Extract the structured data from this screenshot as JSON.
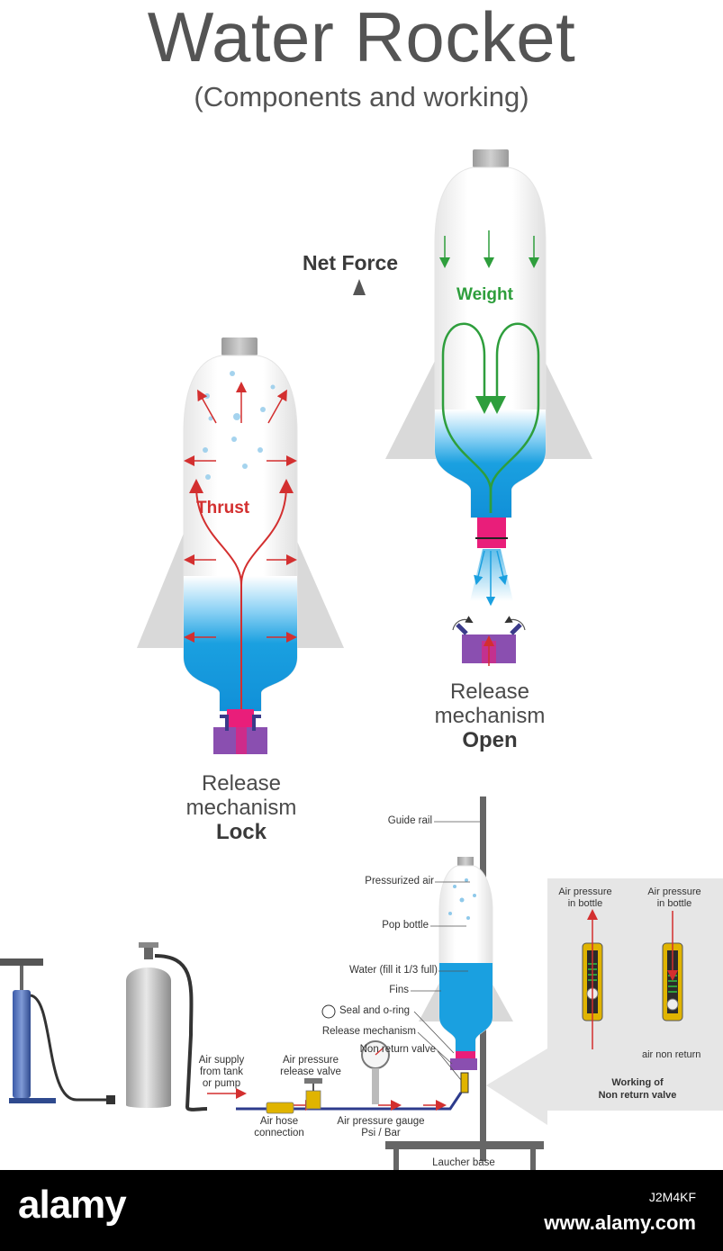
{
  "header": {
    "title": "Water Rocket",
    "subtitle": "(Components and working)"
  },
  "left_rocket": {
    "force_label": "Thrust",
    "caption_line1": "Release",
    "caption_line2": "mechanism",
    "caption_state": "Lock"
  },
  "right_rocket": {
    "net_force_label": "Net Force",
    "force_label": "Weight",
    "caption_line1": "Release",
    "caption_line2": "mechanism",
    "caption_state": "Open"
  },
  "launcher": {
    "labels": {
      "guide_rail": "Guide rail",
      "pressurized_air": "Pressurized air",
      "pop_bottle": "Pop bottle",
      "water": "Water (fill it 1/3 full)",
      "fins": "Fins",
      "seal": "Seal and o-ring",
      "release_mechanism": "Release mechanism",
      "non_return_valve": "Non return valve",
      "air_supply_1": "Air supply",
      "air_supply_2": "from tank",
      "air_supply_3": "or pump",
      "release_valve_1": "Air pressure",
      "release_valve_2": "release valve",
      "hose_1": "Air hose",
      "hose_2": "connection",
      "gauge_1": "Air pressure gauge",
      "gauge_2": "Psi / Bar",
      "base": "Laucher base"
    }
  },
  "valve_panel": {
    "left_1": "Air pressure",
    "left_2": "in bottle",
    "right_1": "Air pressure",
    "right_2": "in bottle",
    "air_non_return": "air non return",
    "caption_1": "Working of",
    "caption_2": "Non return valve"
  },
  "footer": {
    "logo": "alamy",
    "image_id": "J2M4KF",
    "url": "www.alamy.com"
  },
  "colors": {
    "thrust": "#d32f2f",
    "weight": "#2e9e3c",
    "water": "#1aa0e0",
    "fin": "#d9d9d9",
    "release": "#8a4fb0",
    "nozzle": "#e91e7a",
    "text": "#4a4a4a"
  }
}
